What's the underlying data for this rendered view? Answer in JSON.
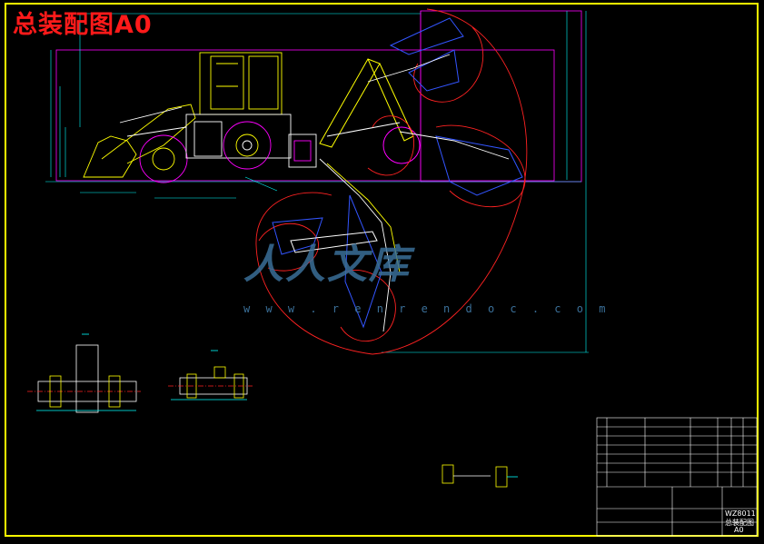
{
  "drawing": {
    "title": "总装配图A0",
    "watermark_text": "人人文库",
    "watermark_url": "w w w . r e n r e n d o c . c o m"
  },
  "title_block": {
    "drawing_number": "WZ8011",
    "drawing_name": "总装配图",
    "sheet_size": "A0"
  },
  "colors": {
    "border": "#ffff00",
    "outline": "#ff00ff",
    "body": "#ffff00",
    "structure": "#ffffff",
    "dimension": "#00ffff",
    "arc": "#ff2222",
    "bucket": "#3355ff"
  }
}
